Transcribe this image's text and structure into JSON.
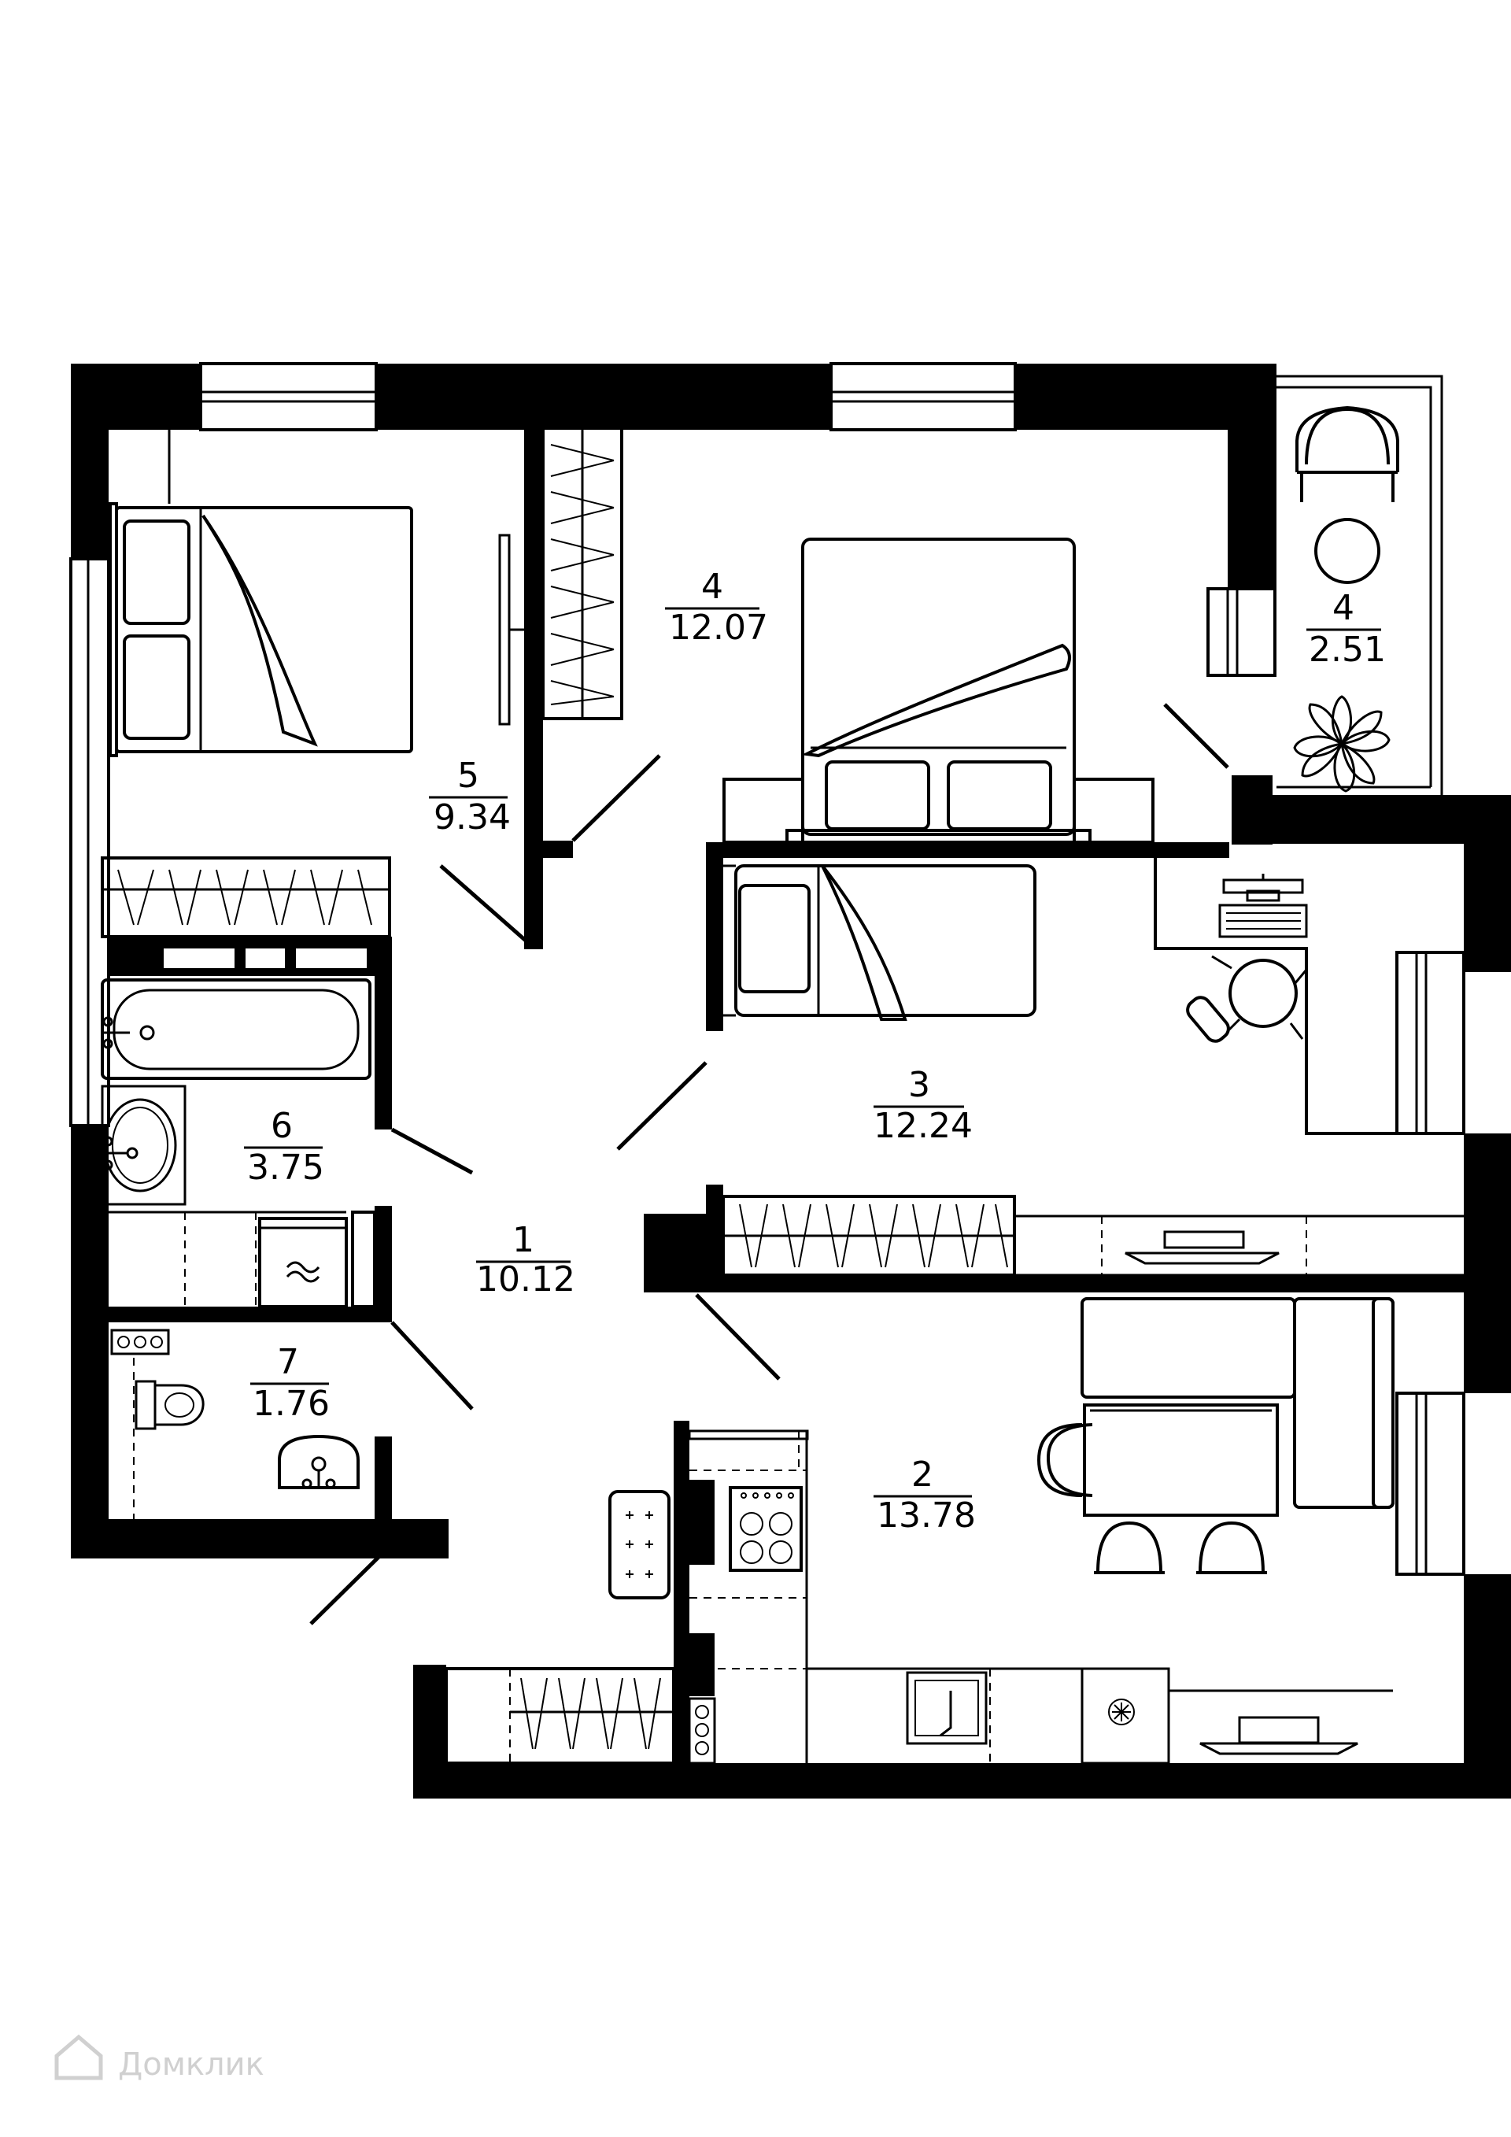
{
  "rooms": [
    {
      "num": "1",
      "area": "10.12"
    },
    {
      "num": "2",
      "area": "13.78"
    },
    {
      "num": "3",
      "area": "12.24"
    },
    {
      "num": "4",
      "area": "12.07"
    },
    {
      "num": "4",
      "area": "2.51"
    },
    {
      "num": "5",
      "area": "9.34"
    },
    {
      "num": "6",
      "area": "3.75"
    },
    {
      "num": "7",
      "area": "1.76"
    }
  ],
  "watermark": "Домклик"
}
